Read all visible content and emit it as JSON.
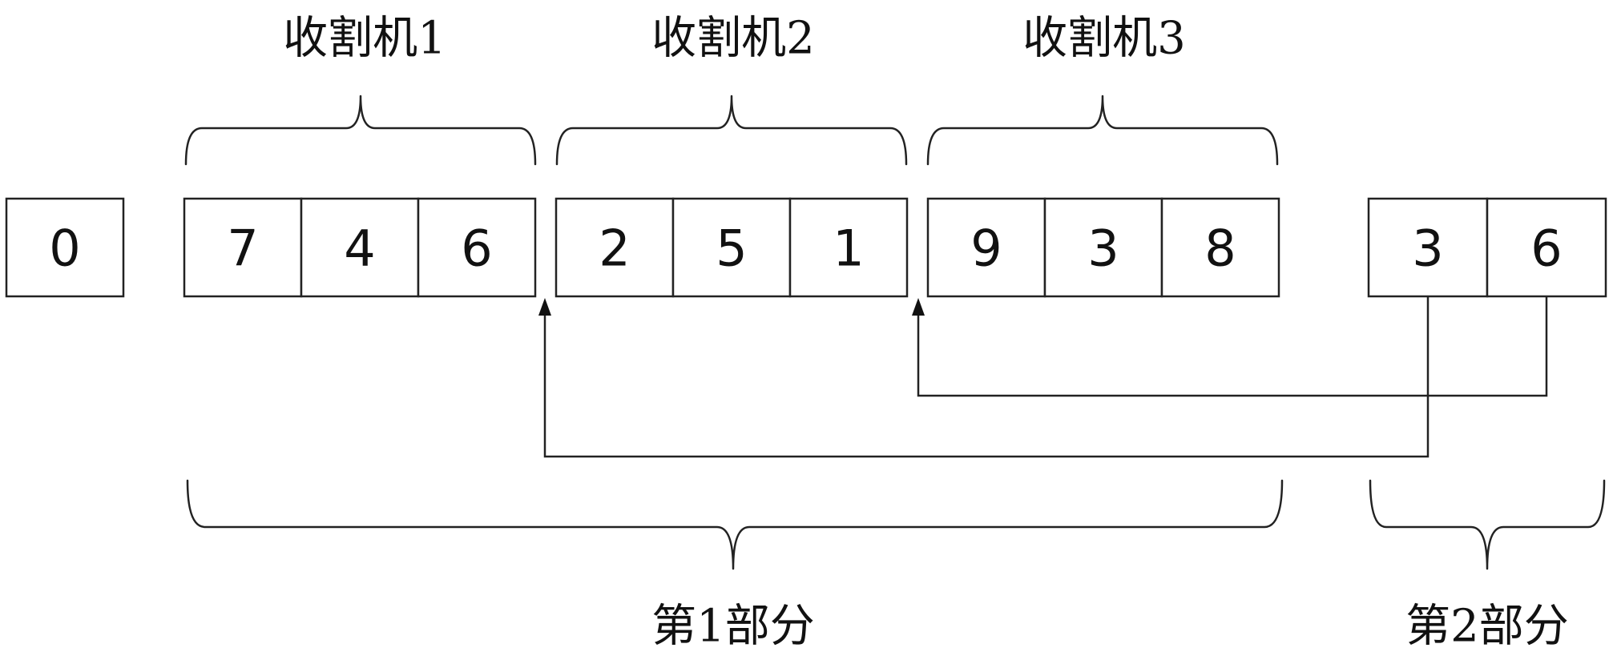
{
  "chromosome": {
    "leading_gene": "0",
    "harvesters": [
      {
        "label": "收割机1",
        "genes": [
          "7",
          "4",
          "6"
        ]
      },
      {
        "label": "收割机2",
        "genes": [
          "2",
          "5",
          "1"
        ]
      },
      {
        "label": "收割机3",
        "genes": [
          "9",
          "3",
          "8"
        ]
      }
    ],
    "part2_genes": [
      "3",
      "6"
    ]
  },
  "parts": {
    "part1_label": "第1部分",
    "part2_label": "第2部分"
  }
}
